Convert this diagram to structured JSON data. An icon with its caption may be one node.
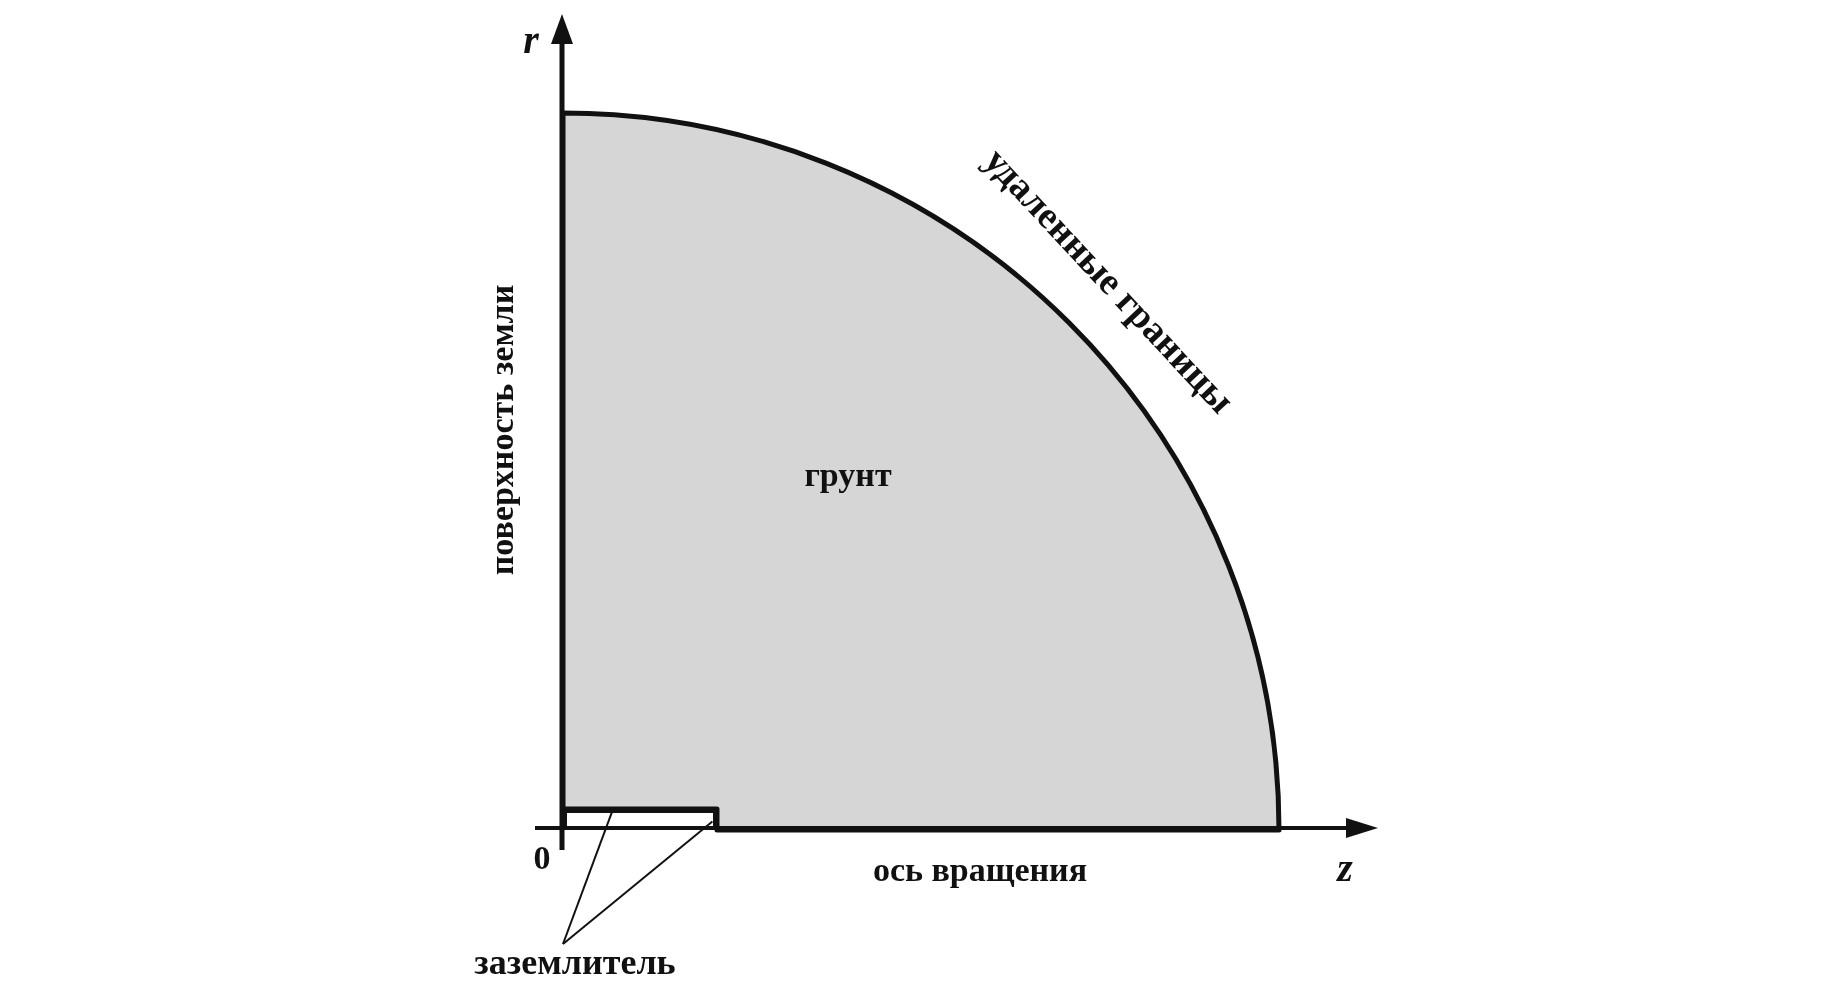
{
  "diagram": {
    "nodes": [
      {
        "text": [
          "грунт"
        ]
      },
      {
        "text": [],
        "shape": "box"
      },
      {
        "text": [
          "заземлитель"
        ]
      }
    ],
    "edges": [
      {
        "from": 2,
        "to": 1,
        "arrow": "none"
      },
      {
        "from": 2,
        "to": 1,
        "arrow": "none"
      }
    ],
    "labels": [
      "r",
      "удаленные границы",
      "поверхность земли",
      "0",
      "ось вращения",
      "z"
    ]
  }
}
